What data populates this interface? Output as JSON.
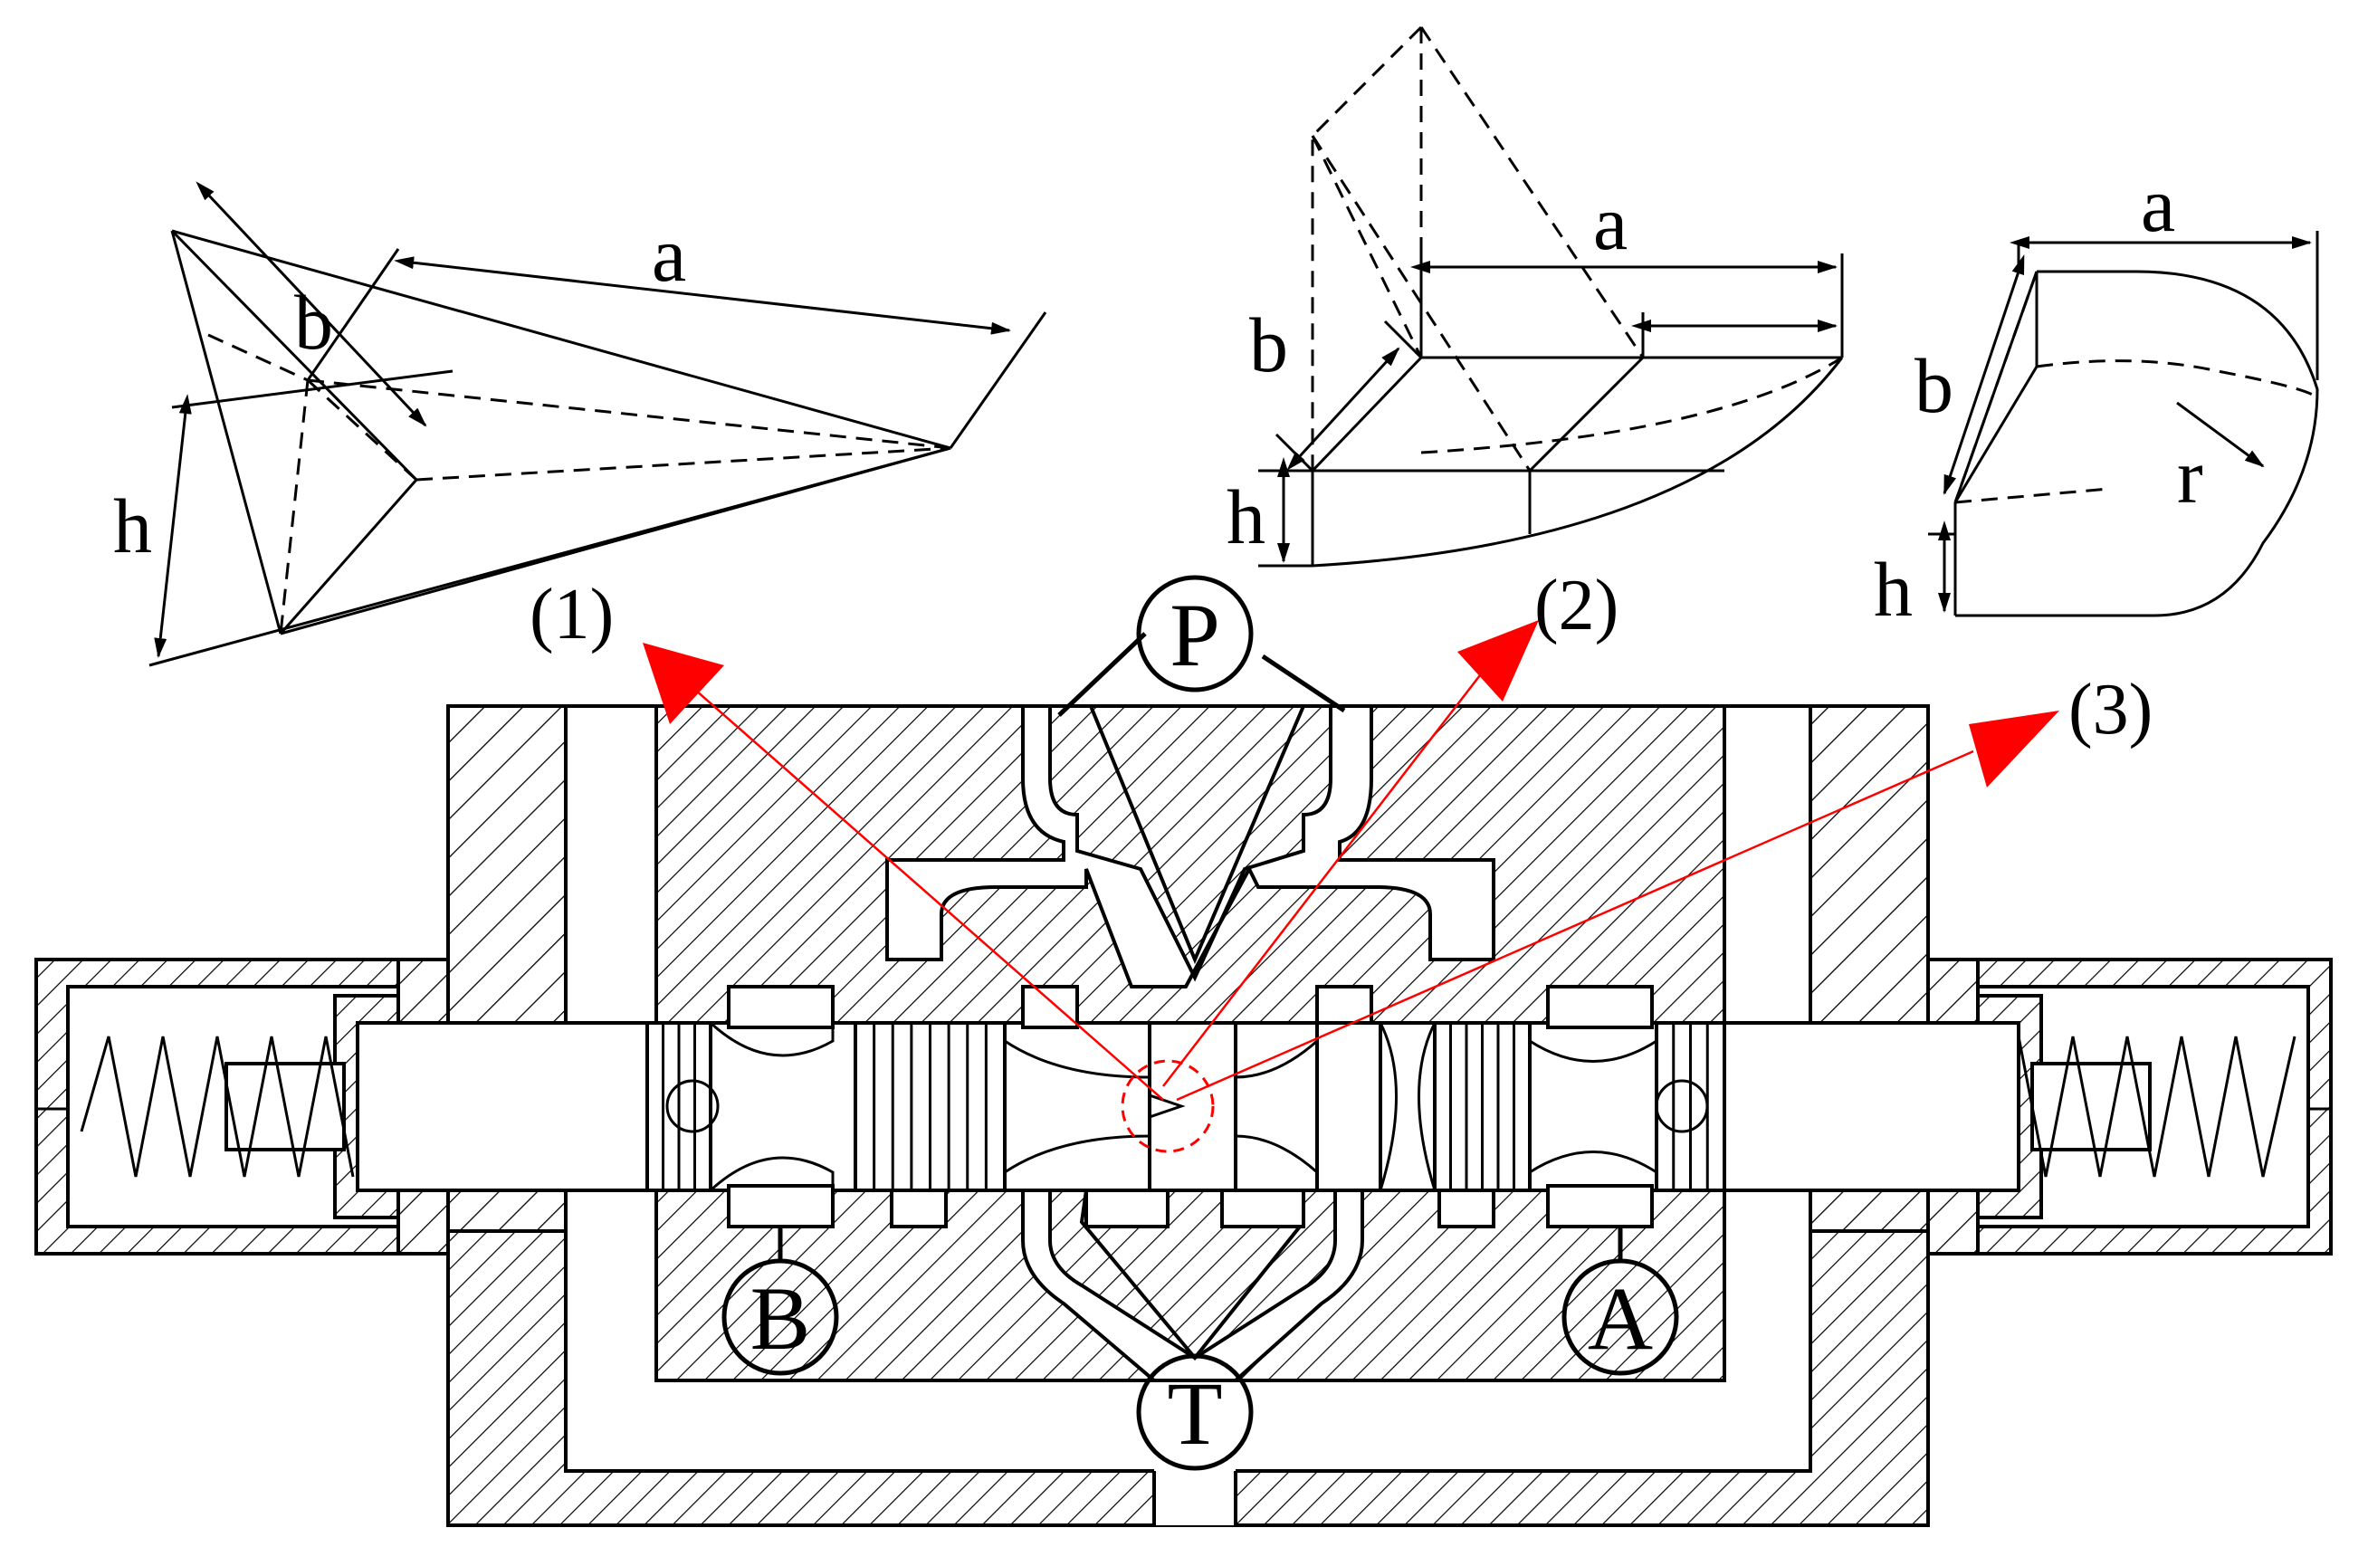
{
  "figure": {
    "notch_labels": [
      "(1)",
      "(2)",
      "(3)"
    ],
    "ports": {
      "P": "P",
      "T": "T",
      "A": "A",
      "B": "B"
    },
    "notch1": {
      "a": "a",
      "b": "b",
      "h": "h"
    },
    "notch2": {
      "a": "a",
      "b": "b",
      "h": "h"
    },
    "notch3": {
      "a": "a",
      "b": "b",
      "h": "h",
      "r": "r"
    },
    "colors": {
      "line": "#000000",
      "pointer": "#ff0000",
      "background": "#ffffff"
    }
  }
}
